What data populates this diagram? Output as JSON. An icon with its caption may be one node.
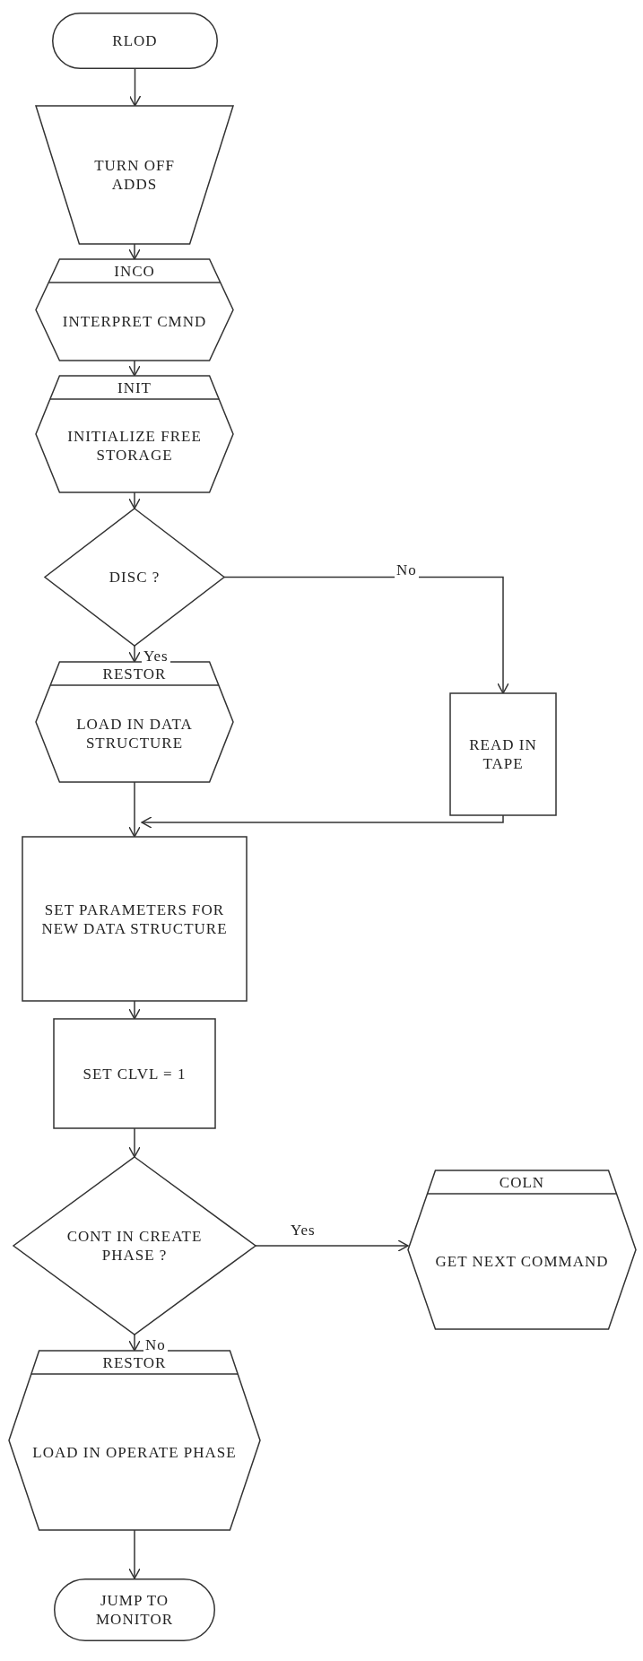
{
  "diagram": {
    "nodes": [
      {
        "text": [
          "RLOD"
        ]
      },
      {
        "text": [
          "TURN OFF ADDS"
        ]
      },
      {
        "text": [
          "INCO",
          "INTERPRET CMND"
        ]
      },
      {
        "text": [
          "INIT",
          "INITIALIZE FREE STORAGE"
        ]
      },
      {
        "text": [
          "DISC ?"
        ]
      },
      {
        "text": [
          "RESTOR",
          "LOAD IN DATA STRUCTURE"
        ]
      },
      {
        "text": [
          "READ IN TAPE"
        ]
      },
      {
        "text": [
          "SET PARAMETERS FOR NEW DATA STRUCTURE"
        ]
      },
      {
        "text": [
          "SET CLVL = 1"
        ]
      },
      {
        "text": [
          "CONT IN CREATE PHASE ?"
        ]
      },
      {
        "text": [
          "COLN",
          "GET NEXT COMMAND"
        ]
      },
      {
        "text": [
          "RESTOR",
          "LOAD IN OPERATE PHASE"
        ]
      },
      {
        "text": [
          "JUMP TO MONITOR"
        ]
      }
    ],
    "edges": [
      {
        "from": 0,
        "to": 1,
        "arrow": "to"
      },
      {
        "from": 1,
        "to": 2,
        "arrow": "to"
      },
      {
        "from": 2,
        "to": 3,
        "arrow": "to"
      },
      {
        "from": 3,
        "to": 4,
        "arrow": "to"
      },
      {
        "from": 4,
        "to": 5,
        "arrow": "to",
        "label": "Yes"
      },
      {
        "from": 4,
        "to": 6,
        "arrow": "to",
        "label": "No"
      },
      {
        "from": 5,
        "to": 7,
        "arrow": "to"
      },
      {
        "from": 6,
        "to": 7,
        "arrow": "to"
      },
      {
        "from": 7,
        "to": 8,
        "arrow": "to"
      },
      {
        "from": 8,
        "to": 9,
        "arrow": "to"
      },
      {
        "from": 9,
        "to": 10,
        "arrow": "to",
        "label": "Yes"
      },
      {
        "from": 9,
        "to": 11,
        "arrow": "to",
        "label": "No"
      },
      {
        "from": 11,
        "to": 12,
        "arrow": "to"
      }
    ]
  }
}
